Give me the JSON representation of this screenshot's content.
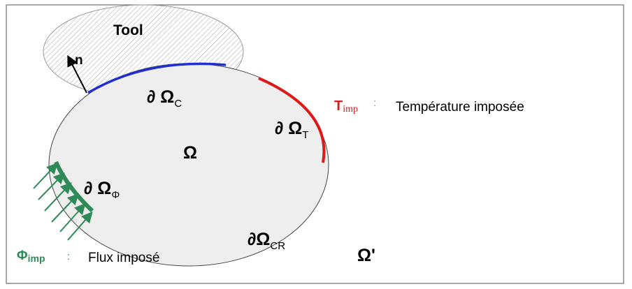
{
  "labels": {
    "tool": "Tool",
    "normal": "n",
    "domain": "Ω",
    "boundary_contact": {
      "main": "∂ Ω",
      "sub": "C"
    },
    "boundary_temperature": {
      "main": "∂ Ω",
      "sub": "T"
    },
    "boundary_flux": {
      "main": "∂ Ω",
      "sub": "Φ"
    },
    "boundary_cr": {
      "main": "∂Ω",
      "sub": "CR"
    },
    "outside_domain": "Ω'"
  },
  "legend": {
    "temperature": {
      "symbol": "T",
      "sub": "imp",
      "sep": ":",
      "text": "Température imposée"
    },
    "flux": {
      "symbol": "Φ",
      "sub": "imp",
      "sep": ":",
      "text": "Flux imposé"
    }
  },
  "colors": {
    "contact_boundary": "#1f2fd0",
    "temperature_boundary": "#dd1a1a",
    "flux_boundary": "#2e8b57",
    "domain_fill": "#eeeeee",
    "tool_hatch": "#9a9a9a"
  }
}
